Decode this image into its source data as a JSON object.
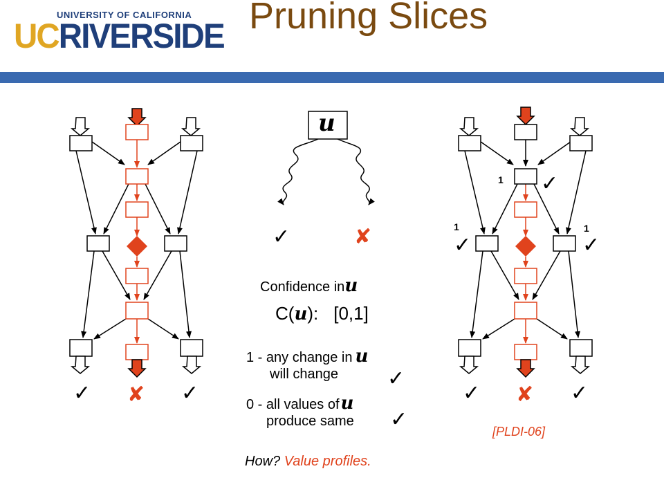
{
  "title": "Pruning Slices",
  "logo": {
    "small_text": "UNIVERSITY OF CALIFORNIA",
    "uc": "UC",
    "name": "RIVERSIDE"
  },
  "center": {
    "symbol": "u",
    "confidence_label": "Confidence in",
    "c_prefix": "C(",
    "c_suffix": "):",
    "range": "[0,1]",
    "one_line1": "1 - any change in",
    "one_line2": "will change",
    "zero_line1": "0 - all values of",
    "zero_line2": "produce same",
    "how": "How?",
    "value_profiles": "Value profiles."
  },
  "right_graph": {
    "label_one": "1",
    "citation": "[PLDI-06]"
  },
  "colors": {
    "title": "#7a4a10",
    "bar": "#3a6ab0",
    "slice": "#e0431d",
    "logo_blue": "#1f3f7a",
    "logo_gold": "#e0a623"
  }
}
